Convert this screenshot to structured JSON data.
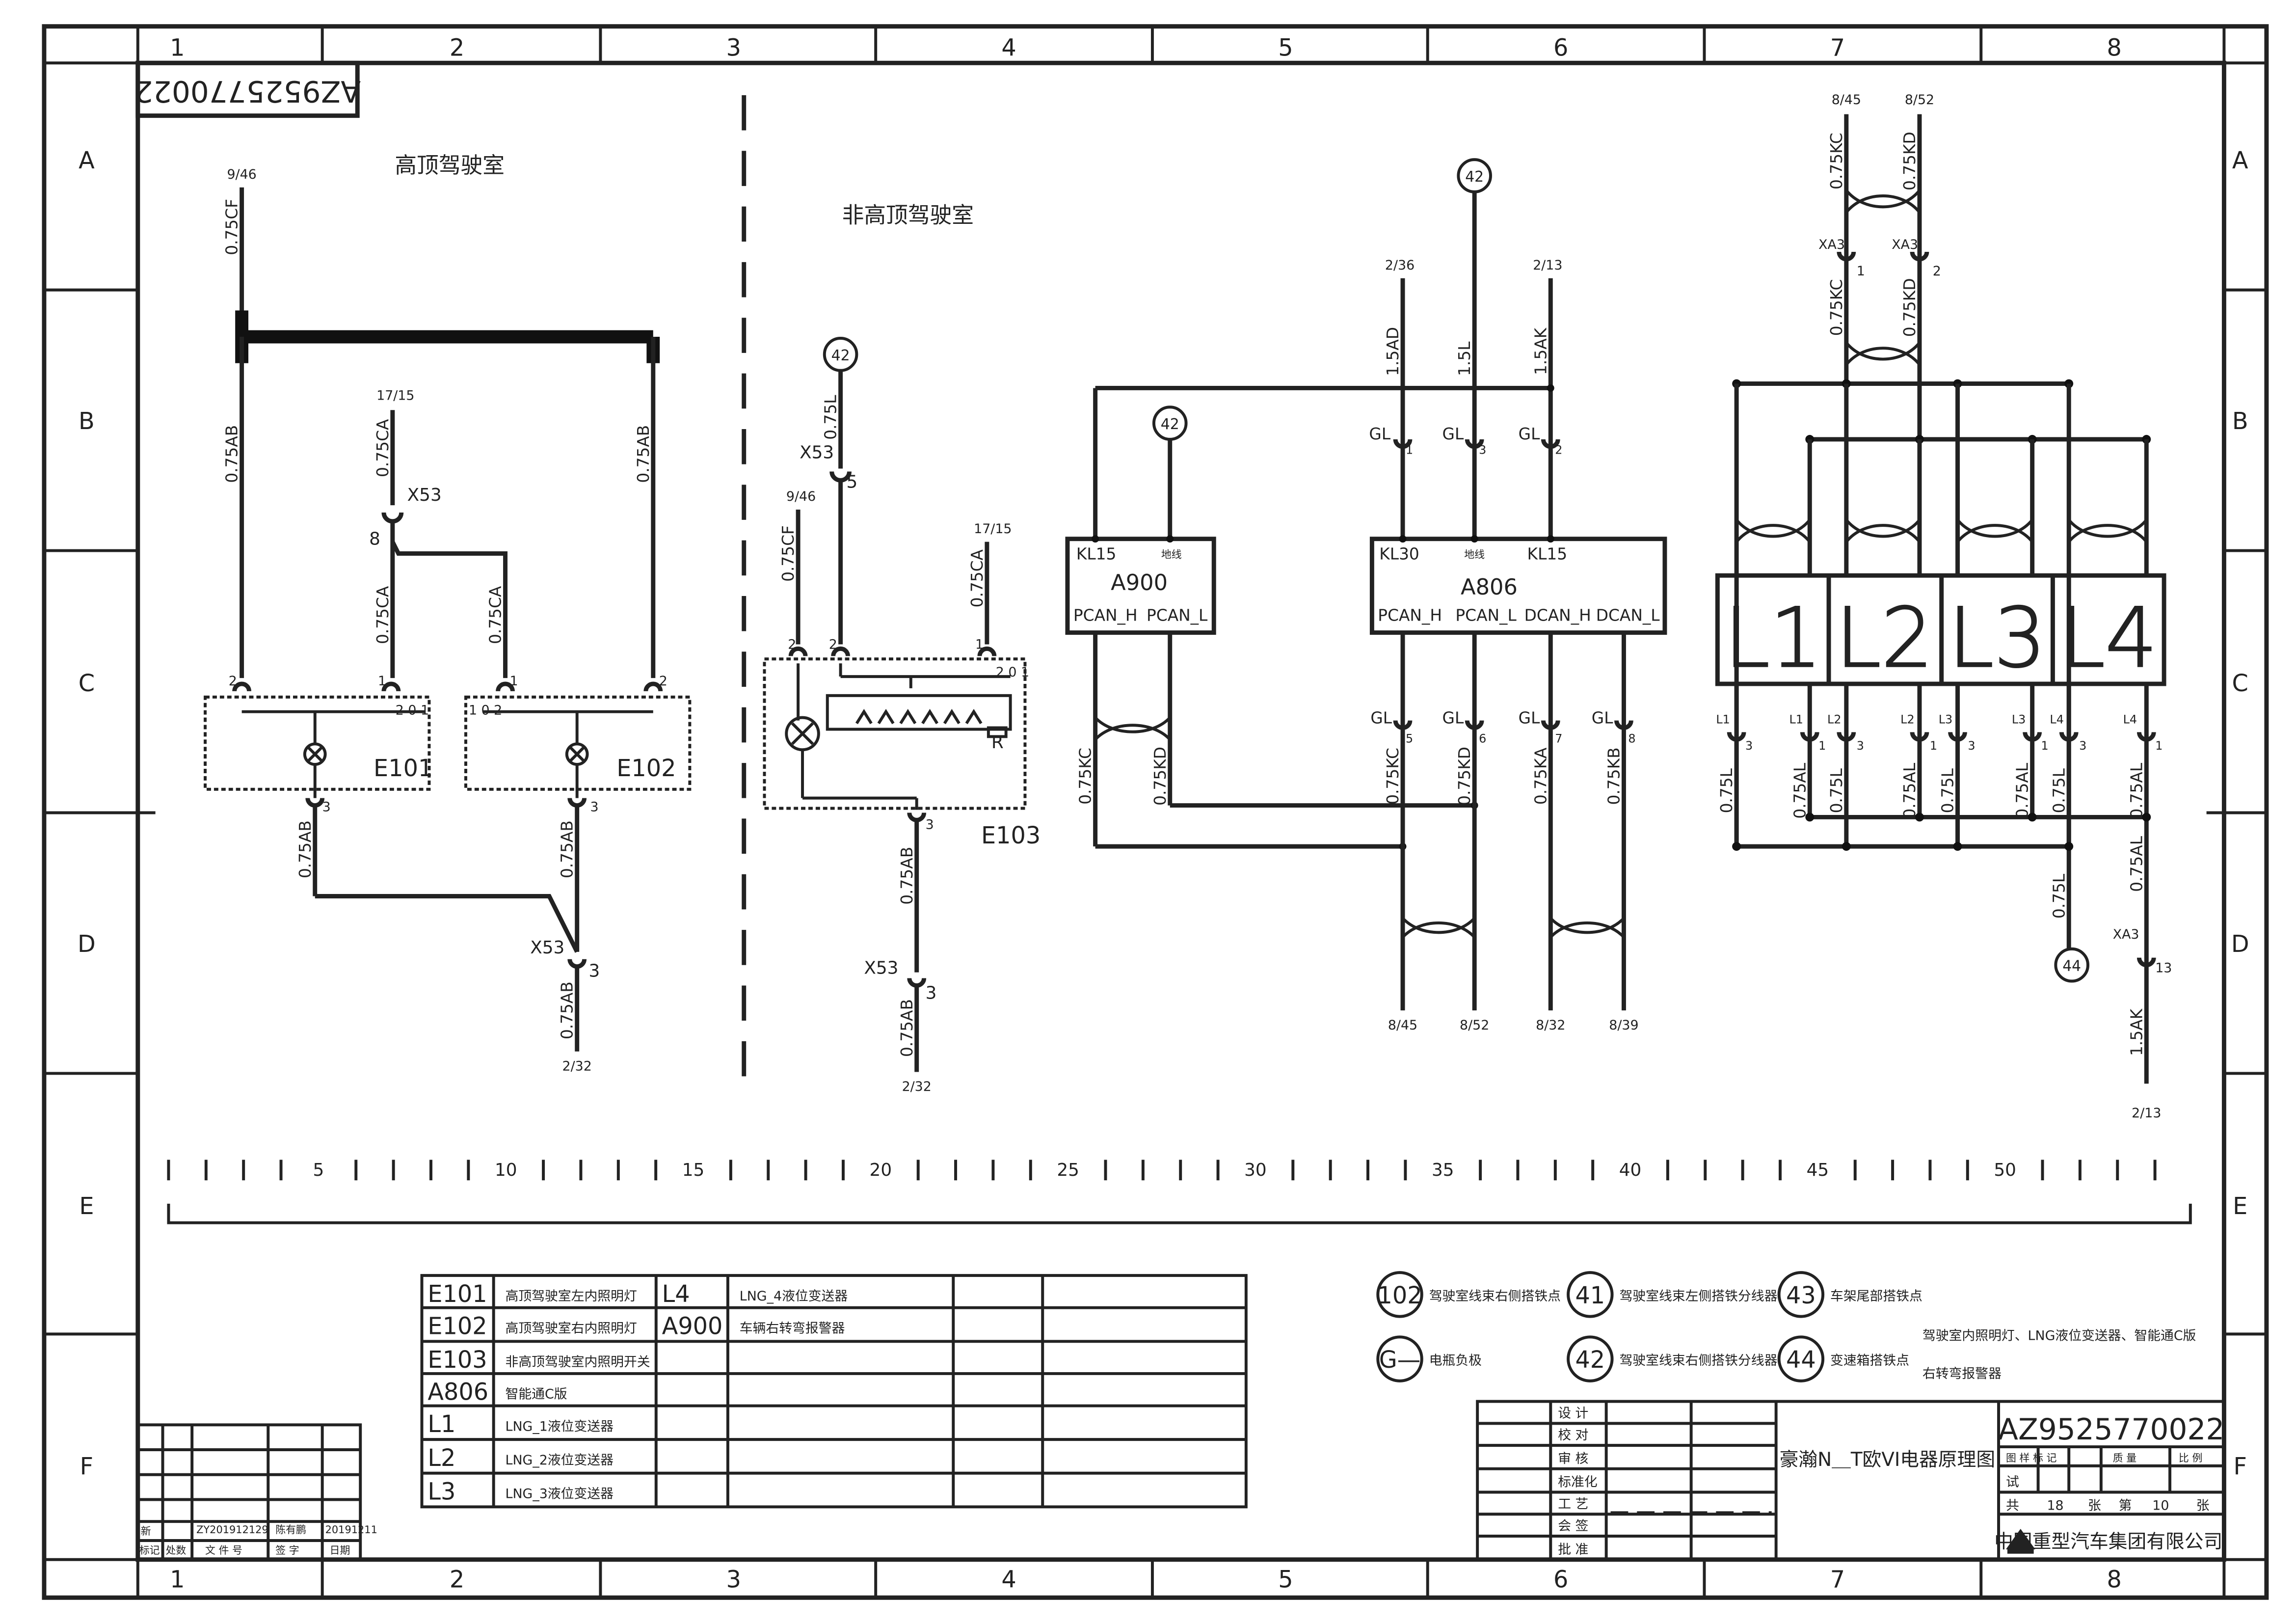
{
  "frame": {
    "columns": [
      "1",
      "2",
      "3",
      "4",
      "5",
      "6",
      "7",
      "8"
    ],
    "rows": [
      "A",
      "B",
      "C",
      "D",
      "E",
      "F"
    ]
  },
  "drawing_no_rotated": "AZ9525770022",
  "areas": {
    "left": "高顶驾驶室",
    "middle": "非高顶驾驶室"
  },
  "wires": {
    "w75CF": "0.75CF",
    "w75AB": "0.75AB",
    "w75CA": "0.75CA",
    "w75L": "0.75L",
    "w75KC": "0.75KC",
    "w75KD": "0.75KD",
    "w75KA": "0.75KA",
    "w75KB": "0.75KB",
    "w75AL": "0.75AL",
    "w15AD": "1.5AD",
    "w15L": "1.5L",
    "w15AK": "1.5AK"
  },
  "refs": {
    "r946": "9/46",
    "r1715": "17/15",
    "r232": "2/32",
    "r236": "2/36",
    "r213": "2/13",
    "r845": "8/45",
    "r852": "8/52",
    "r832": "8/32",
    "r839": "8/39"
  },
  "connectors": {
    "x53": "X53",
    "gl": "GL",
    "xa3": "XA3"
  },
  "pins": {
    "p1": "1",
    "p2": "2",
    "p3": "3",
    "p5": "5",
    "p6": "6",
    "p7": "7",
    "p8": "8",
    "p13": "13",
    "p0": "0",
    "p12": "2 0 1",
    "p012": "1 0 2"
  },
  "points": {
    "n42": "42",
    "n44": "44"
  },
  "components": {
    "E101": "E101",
    "E102": "E102",
    "E103": "E103",
    "A900": {
      "name": "A900",
      "kl15": "KL15",
      "bus": "地线",
      "pcan_h": "PCAN_H",
      "pcan_l": "PCAN_L"
    },
    "A806": {
      "name": "A806",
      "kl30": "KL30",
      "bus": "地线",
      "kl15": "KL15",
      "pcan_h": "PCAN_H",
      "pcan_l": "PCAN_L",
      "dcan_h": "DCAN_H",
      "dcan_l": "DCAN_L"
    },
    "L": [
      "L1",
      "L2",
      "L3",
      "L4"
    ],
    "R": "R"
  },
  "scale": {
    "marks": [
      "5",
      "10",
      "15",
      "20",
      "25",
      "30",
      "35",
      "40",
      "45",
      "50"
    ]
  },
  "component_table": {
    "left": [
      {
        "code": "E101",
        "desc": "高顶驾驶室左内照明灯"
      },
      {
        "code": "E102",
        "desc": "高顶驾驶室右内照明灯"
      },
      {
        "code": "E103",
        "desc": "非高顶驾驶室内照明开关"
      },
      {
        "code": "A806",
        "desc": "智能通C版"
      },
      {
        "code": "L1",
        "desc": "LNG_1液位变送器"
      },
      {
        "code": "L2",
        "desc": "LNG_2液位变送器"
      },
      {
        "code": "L3",
        "desc": "LNG_3液位变送器"
      }
    ],
    "right": [
      {
        "code": "L4",
        "desc": "LNG_4液位变送器"
      },
      {
        "code": "A900",
        "desc": "车辆右转弯报警器"
      }
    ]
  },
  "legend": [
    {
      "sym": "102",
      "text": "驾驶室线束右侧搭铁点"
    },
    {
      "sym": "41",
      "text": "驾驶室线束左侧搭铁分线器"
    },
    {
      "sym": "43",
      "text": "车架尾部搭铁点"
    },
    {
      "sym": "G—",
      "text": "电瓶负极"
    },
    {
      "sym": "42",
      "text": "驾驶室线束右侧搭铁分线器"
    },
    {
      "sym": "44",
      "text": "变速箱搭铁点"
    }
  ],
  "legend_note": [
    "驾驶室内照明灯、LNG液位变送器、智能通C版",
    "右转弯报警器"
  ],
  "revision": {
    "mark": "新",
    "doc": "ZY201912129",
    "signer": "陈有鹏",
    "date": "20191211",
    "headers": [
      "标记",
      "处数",
      "文 件 号",
      "签 字",
      "日期"
    ]
  },
  "title_block": {
    "roles": [
      "设 计",
      "校 对",
      "审 核",
      "标准化",
      "工 艺",
      "会 签",
      "批 准"
    ],
    "title": "豪瀚N＿T欧VI电器原理图",
    "number": "AZ9525770022",
    "cols": [
      "图 样 标 记",
      "质 量",
      "比 例"
    ],
    "trial": "试",
    "total_label": "共",
    "total": "18",
    "sheets_label": "张",
    "sheet_label": "第",
    "sheet": "10",
    "sheet_unit": "张",
    "company": "中国重型汽车集团有限公司"
  }
}
